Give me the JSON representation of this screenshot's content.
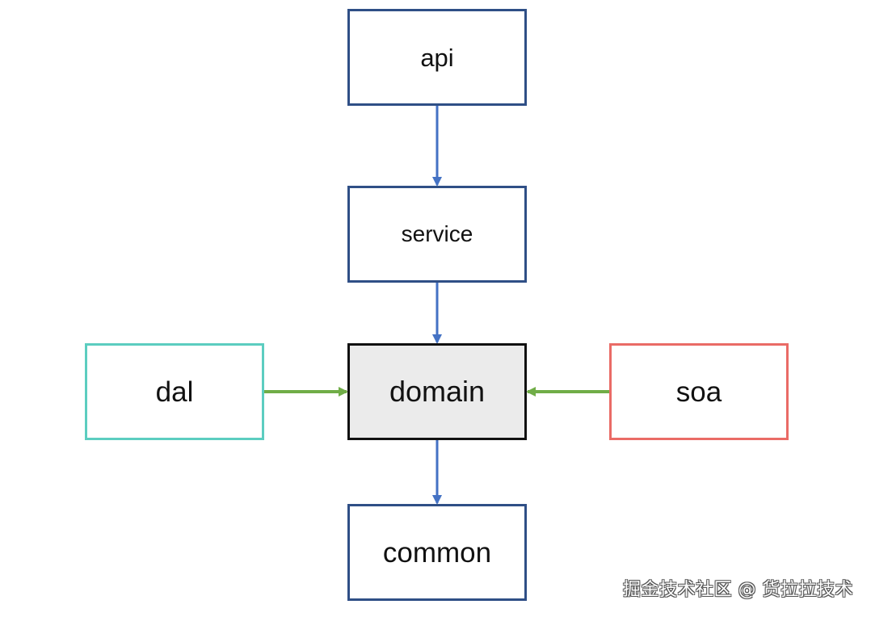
{
  "diagram": {
    "nodes": {
      "api": {
        "label": "api"
      },
      "service": {
        "label": "service"
      },
      "domain": {
        "label": "domain"
      },
      "common": {
        "label": "common"
      },
      "dal": {
        "label": "dal"
      },
      "soa": {
        "label": "soa"
      }
    },
    "edges": [
      {
        "from": "api",
        "to": "service",
        "color": "#4472c4"
      },
      {
        "from": "service",
        "to": "domain",
        "color": "#4472c4"
      },
      {
        "from": "domain",
        "to": "common",
        "color": "#4472c4"
      },
      {
        "from": "dal",
        "to": "domain",
        "color": "#70ad47"
      },
      {
        "from": "soa",
        "to": "domain",
        "color": "#70ad47"
      }
    ],
    "colors": {
      "primary_border": "#2f4f86",
      "domain_fill": "#ebebeb",
      "domain_border": "#111111",
      "dal_border": "#5ccdc0",
      "soa_border": "#ea6b66",
      "blue_arrow": "#4472c4",
      "green_arrow": "#70ad47"
    }
  },
  "watermark": {
    "text": "掘金技术社区 @ 货拉拉技术"
  }
}
